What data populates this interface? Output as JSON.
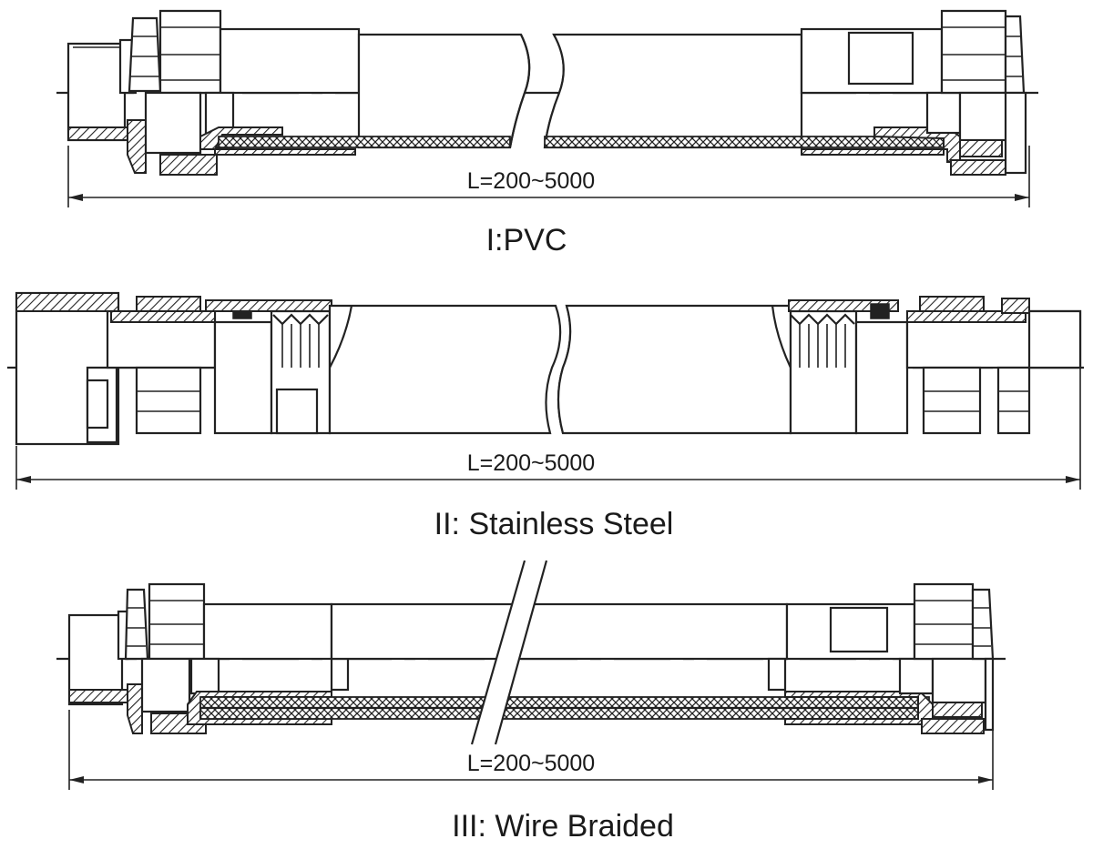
{
  "diagrams": [
    {
      "id": "pvc",
      "dimension": "L=200~5000",
      "caption": "I:PVC"
    },
    {
      "id": "stainless",
      "dimension": "L=200~5000",
      "caption": "II: Stainless Steel"
    },
    {
      "id": "wire",
      "dimension": "L=200~5000",
      "caption": "III: Wire Braided"
    }
  ],
  "colors": {
    "line": "#222222",
    "background": "#ffffff"
  }
}
